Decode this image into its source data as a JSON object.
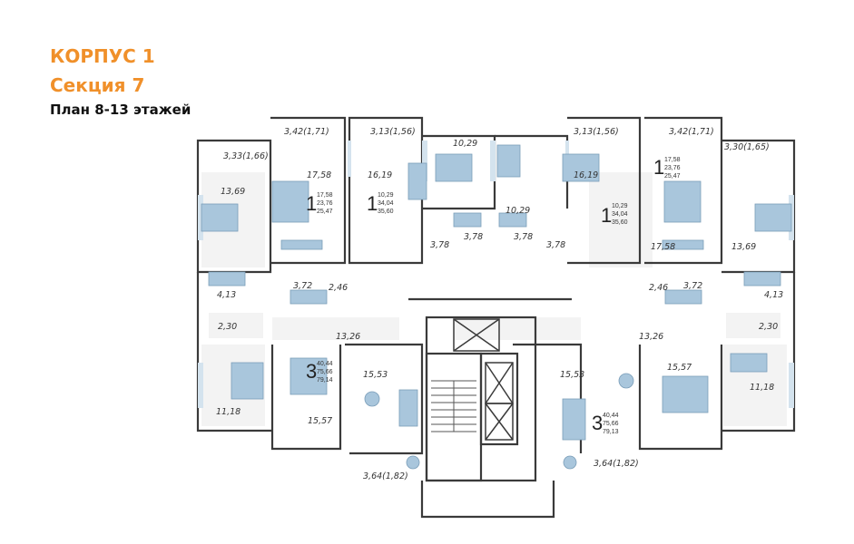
{
  "header": {
    "building": "КОРПУС 1",
    "section": "Секция 7",
    "plan": "План 8-13 этажей"
  },
  "colors": {
    "accent": "#f0902a",
    "furniture": "#a9c6dc",
    "wall": "#3a3a3a"
  },
  "labels": {
    "bal_342_l": "3,42(1,71)",
    "bal_313_l": "3,13(1,56)",
    "bal_313_r": "3,13(1,56)",
    "bal_342_r": "3,42(1,71)",
    "bal_333": "3,33(1,66)",
    "bal_330": "3,30(1,65)",
    "a1758_l": "17,58",
    "a1619_l": "16,19",
    "a1029_l": "10,29",
    "a1029_c": "10,29",
    "a1619_r": "16,19",
    "a1758_r": "17,58",
    "a1369_l": "13,69",
    "a1369_r": "13,69",
    "a378_1": "3,78",
    "a378_2": "3,78",
    "a378_3": "3,78",
    "a378_4": "3,78",
    "a372_l": "3,72",
    "a246_l": "2,46",
    "a246_r": "2,46",
    "a372_r": "3,72",
    "a413_l": "4,13",
    "a413_r": "4,13",
    "a230_l": "2,30",
    "a230_r": "2,30",
    "a1326_l": "13,26",
    "a1326_r": "13,26",
    "a1553_l": "15,53",
    "a1553_r": "15,53",
    "a1557_l": "15,57",
    "a1557_r": "15,57",
    "a1118_l": "11,18",
    "a1118_r": "11,18",
    "bal_364_l": "3,64(1,82)",
    "bal_364_r": "3,64(1,82)"
  },
  "units": {
    "u1": {
      "rooms": "1",
      "a": "17,58",
      "b": "23,76",
      "c": "25,47"
    },
    "u2": {
      "rooms": "1",
      "a": "10,29",
      "b": "34,04",
      "c": "35,60"
    },
    "u3": {
      "rooms": "1",
      "a": "10,29",
      "b": "34,04",
      "c": "35,60"
    },
    "u4": {
      "rooms": "1",
      "a": "17,58",
      "b": "23,76",
      "c": "25,47"
    },
    "u5": {
      "rooms": "3",
      "a": "40,44",
      "b": "75,66",
      "c": "79,14"
    },
    "u6": {
      "rooms": "3",
      "a": "40,44",
      "b": "75,66",
      "c": "79,13"
    }
  }
}
